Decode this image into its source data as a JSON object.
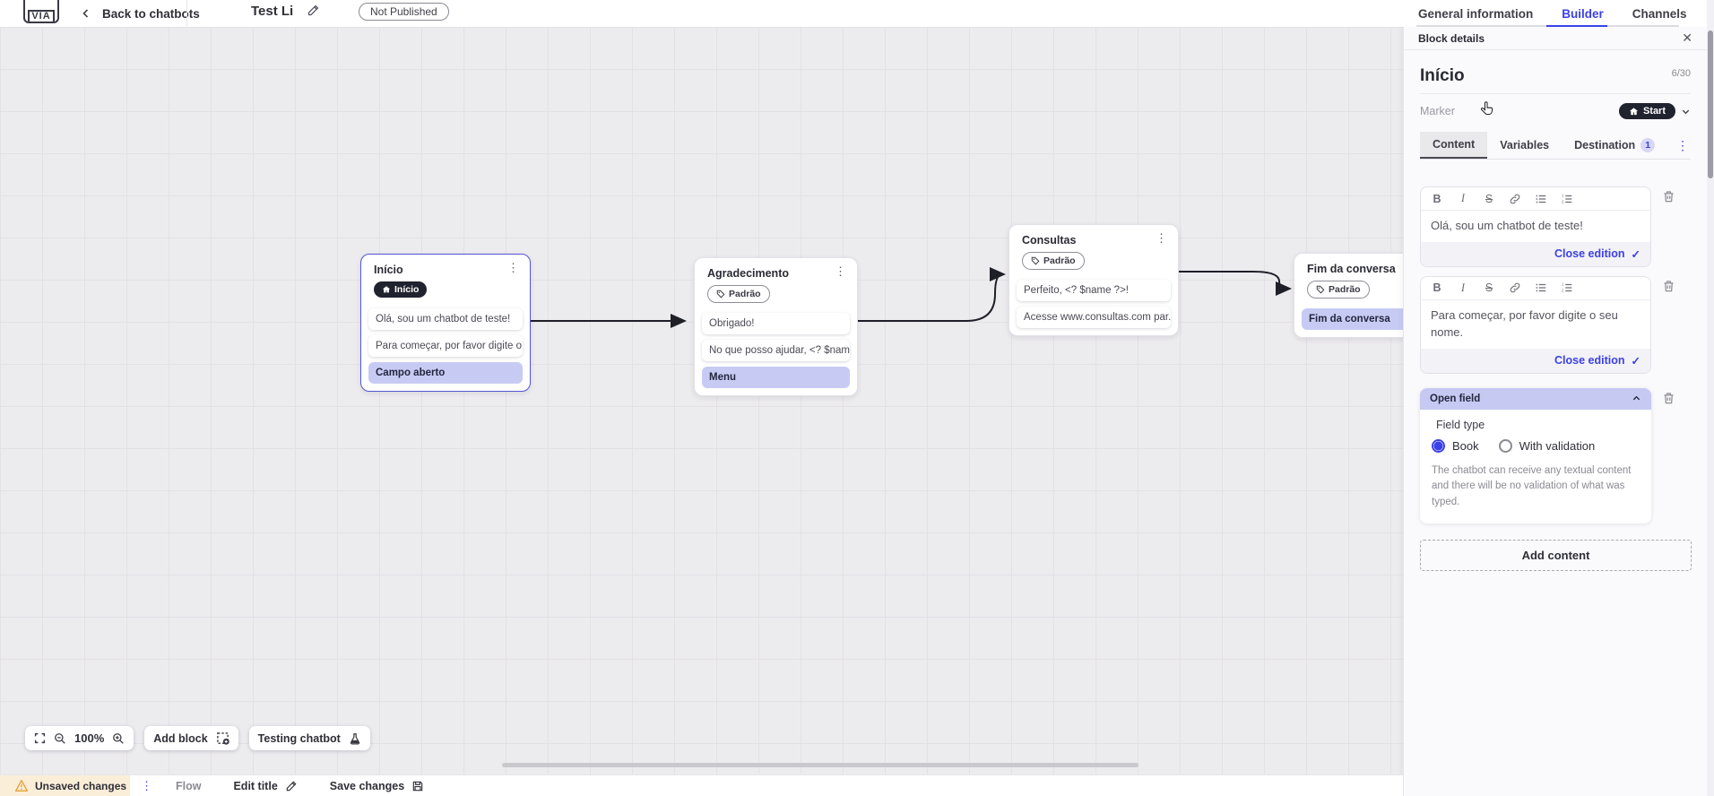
{
  "header": {
    "back_label": "Back to chatbots",
    "title": "Test Li",
    "status_badge": "Not Published",
    "tabs": [
      {
        "label": "General information",
        "active": false
      },
      {
        "label": "Builder",
        "active": true
      },
      {
        "label": "Channels",
        "active": false
      }
    ]
  },
  "canvas": {
    "blocks": [
      {
        "title": "Início",
        "marker": {
          "label": "Início",
          "type": "start"
        },
        "items": [
          {
            "text": "Olá, sou um chatbot de teste!",
            "type": "text"
          },
          {
            "text": "Para começar, por favor digite o ...",
            "type": "text"
          },
          {
            "text": "Campo aberto",
            "type": "action"
          }
        ]
      },
      {
        "title": "Agradecimento",
        "marker": {
          "label": "Padrão",
          "type": "default"
        },
        "items": [
          {
            "text": "Obrigado!",
            "type": "text"
          },
          {
            "text": "No que posso ajudar, <? $name ...",
            "type": "text"
          },
          {
            "text": "Menu",
            "type": "action"
          }
        ]
      },
      {
        "title": "Consultas",
        "marker": {
          "label": "Padrão",
          "type": "default"
        },
        "items": [
          {
            "text": "Perfeito, <? $name ?>!",
            "type": "text"
          },
          {
            "text": "Acesse www.consultas.com par...",
            "type": "text"
          }
        ]
      },
      {
        "title": "Fim da conversa",
        "marker": {
          "label": "Padrão",
          "type": "default"
        },
        "items": [
          {
            "text": "Fim da conversa",
            "type": "action"
          }
        ]
      }
    ],
    "controls": {
      "zoom_level": "100%",
      "add_block_label": "Add block",
      "testing_label": "Testing chatbot"
    }
  },
  "panel": {
    "header": "Block details",
    "block_name": "Início",
    "name_counter": "6/30",
    "marker_label": "Marker",
    "marker_value": "Start",
    "tabs": [
      {
        "label": "Content",
        "active": true
      },
      {
        "label": "Variables",
        "active": false
      },
      {
        "label": "Destination",
        "active": false,
        "badge": "1"
      }
    ],
    "toolbar": {
      "bold": "B",
      "italic": "I",
      "strike": "S"
    },
    "editors": [
      {
        "text": "Olá, sou um chatbot de teste!",
        "close_label": "Close edition",
        "check": "✓"
      },
      {
        "text": "Para começar, por favor digite o seu nome.",
        "close_label": "Close edition",
        "check": "✓"
      }
    ],
    "open_field": {
      "title": "Open field",
      "field_type_label": "Field type",
      "options": [
        {
          "label": "Book",
          "selected": true
        },
        {
          "label": "With validation",
          "selected": false
        }
      ],
      "description": "The chatbot can receive any textual content and there will be no validation of what was typed."
    },
    "add_content_label": "Add content"
  },
  "footer": {
    "unsaved_label": "Unsaved changes",
    "flow_label": "Flow",
    "edit_title_label": "Edit title",
    "save_label": "Save changes"
  },
  "colors": {
    "accent": "#3b41e8",
    "dark_pill": "#20222e",
    "selection": "#5357d2",
    "action_item": "#c7cbf4",
    "section_header": "#c6c9f2",
    "warning_bg": "#fbeed8",
    "canvas_bg": "#ecebee"
  }
}
